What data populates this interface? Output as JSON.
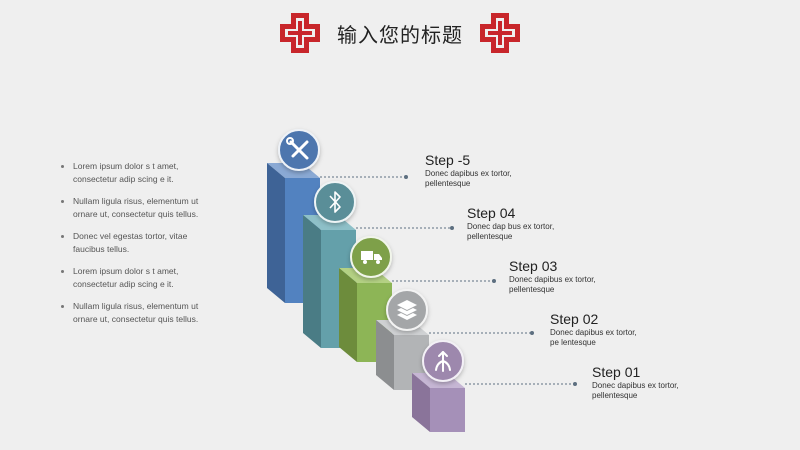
{
  "title": "输入您的标题",
  "colors": {
    "cross_red": "#c8262b",
    "background": "#efefef",
    "leader_line": "#5d6f80"
  },
  "bullets": [
    {
      "line1": "Lorem ipsum dolor s t amet,",
      "line2": "consectetur adip scing e it."
    },
    {
      "line1": "Nullam ligula risus, elementum ut",
      "line2": "ornare ut, consectetur quis tellus."
    },
    {
      "line1": "Donec vel egestas tortor, vitae",
      "line2": "faucibus tellus."
    },
    {
      "line1": "Lorem ipsum dolor s t amet,",
      "line2": "consectetur adip scing e it."
    },
    {
      "line1": "Nullam ligula risus, elementum ut",
      "line2": "ornare ut, consectetur quis tellus."
    }
  ],
  "steps": [
    {
      "label": "Step -5",
      "desc1": "Donec dapibus ex tortor,",
      "desc2": "pellentesque",
      "icon": "tools-icon",
      "color": "#4e76ae"
    },
    {
      "label": "Step 04",
      "desc1": "Donec dap bus ex tortor,",
      "desc2": "pellentesque",
      "icon": "bluetooth-icon",
      "color": "#5a8e98"
    },
    {
      "label": "Step 03",
      "desc1": "Donec dapibus ex tortor,",
      "desc2": "pellentesque",
      "icon": "truck-icon",
      "color": "#7ea04a"
    },
    {
      "label": "Step 02",
      "desc1": "Donec dapibus ex tortor,",
      "desc2": "pe lentesque",
      "icon": "layers-icon",
      "color": "#a4a6a8"
    },
    {
      "label": "Step 01",
      "desc1": "Donec dapibus ex tortor,",
      "desc2": "pellentesque",
      "icon": "share-icon",
      "color": "#9d88ad"
    }
  ]
}
